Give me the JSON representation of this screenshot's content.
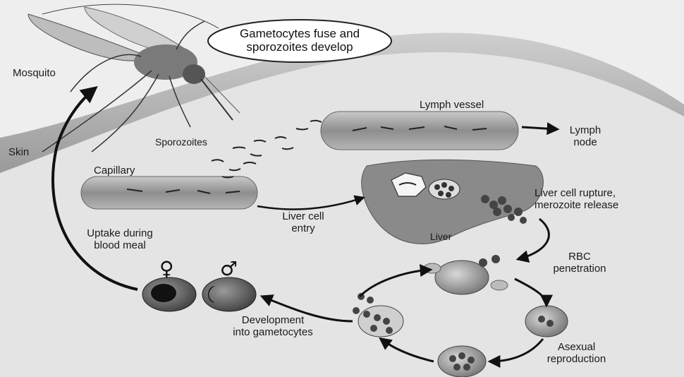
{
  "bubble": {
    "line1": "Gametocytes fuse and",
    "line2": "sporozoites develop"
  },
  "labels": {
    "mosquito": "Mosquito",
    "skin": "Skin",
    "sporozoites": "Sporozoites",
    "capillary": "Capillary",
    "lymph_vessel": "Lymph vessel",
    "lymph_node_1": "Lymph",
    "lymph_node_2": "node",
    "liver_entry_1": "Liver cell",
    "liver_entry_2": "entry",
    "liver": "Liver",
    "rupture_1": "Liver cell rupture,",
    "rupture_2": "merozoite release",
    "rbc_1": "RBC",
    "rbc_2": "penetration",
    "asexual_1": "Asexual",
    "asexual_2": "reproduction",
    "development_1": "Development",
    "development_2": "into gametocytes",
    "uptake_1": "Uptake during",
    "uptake_2": "blood meal",
    "female_symbol": "♀",
    "male_symbol": "♂"
  }
}
